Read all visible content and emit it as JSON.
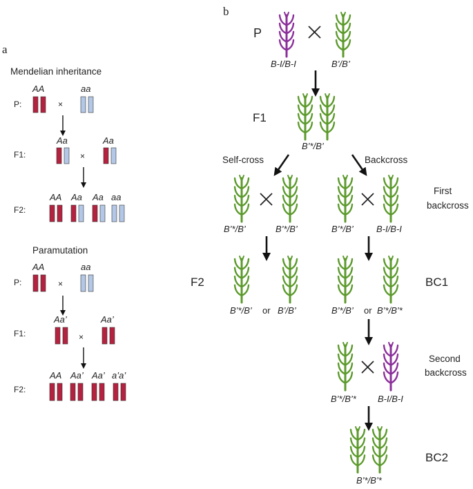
{
  "panel_a": {
    "letter": "a",
    "mendelian": {
      "title": "Mendelian inheritance",
      "p_label": "P:",
      "p_left": "AA",
      "p_right": "aa",
      "f1_label": "F1:",
      "f1_left": "Aa",
      "f1_right": "Aa",
      "f2_label": "F2:",
      "f2_genotypes": [
        "AA",
        "Aa",
        "Aa",
        "aa"
      ]
    },
    "paramutation": {
      "title": "Paramutation",
      "p_label": "P:",
      "p_left": "AA",
      "p_right": "aa",
      "f1_label": "F1:",
      "f1_left": "Aa’",
      "f1_right": "Aa’",
      "f2_label": "F2:",
      "f2_genotypes": [
        "AA",
        "Aa’",
        "Aa’",
        "a’a’"
      ]
    },
    "cross_symbol": "×",
    "colors": {
      "dominant": "#b5223f",
      "recessive": "#b3c7e6"
    }
  },
  "panel_b": {
    "letter": "b",
    "p_label": "P",
    "p_left_genotype": "B-I/B-I",
    "p_right_genotype": "B’/B’",
    "f1_label": "F1",
    "f1_genotype": "B’*/B’",
    "self_cross_label": "Self-cross",
    "backcross_label": "Backcross",
    "self_left_genotype": "B’*/B’",
    "self_right_genotype": "B’*/B’",
    "back1_left_genotype": "B’*/B’",
    "back1_right_genotype": "B-I/B-I",
    "first_backcross_line1": "First",
    "first_backcross_line2": "backcross",
    "f2_label": "F2",
    "f2_left_genotype": "B’*/B’",
    "or_word": "or",
    "f2_right_genotype": "B’/B’",
    "bc1_label": "BC1",
    "bc1_left_genotype": "B’*/B’",
    "bc1_right_genotype": "B’*/B’*",
    "back2_left_genotype": "B’*/B’*",
    "back2_right_genotype": "B-I/B-I",
    "second_backcross_line1": "Second",
    "second_backcross_line2": "backcross",
    "bc2_label": "BC2",
    "bc2_genotype": "B’*/B’*",
    "colors": {
      "purple_plant": "#8b2f9a",
      "green_plant": "#5c9a2c"
    }
  }
}
